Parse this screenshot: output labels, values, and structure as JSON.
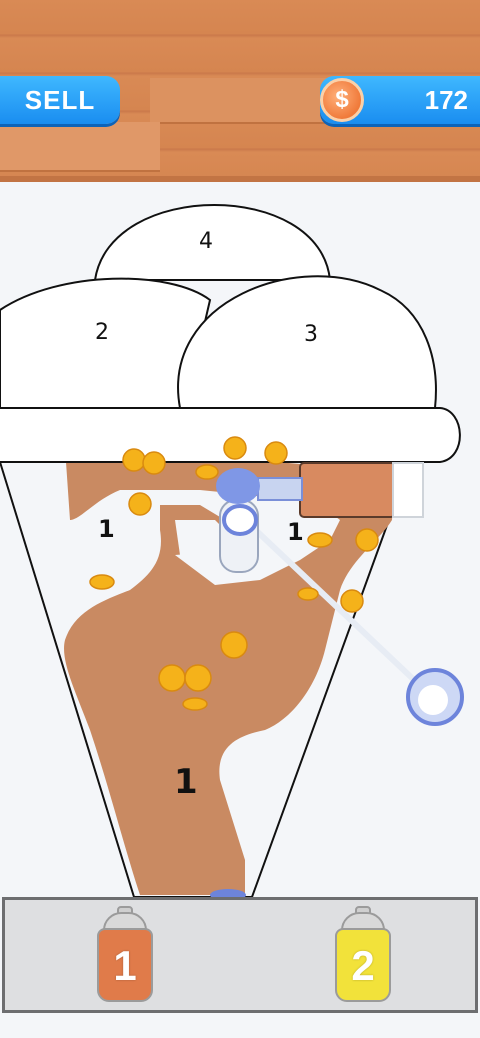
{
  "hud": {
    "sell_label": "SELL",
    "coin_count": "172",
    "coin_symbol": "$"
  },
  "drawing": {
    "scoops": [
      {
        "number": "4"
      },
      {
        "number": "2"
      },
      {
        "number": "3"
      }
    ],
    "cone_regions": [
      {
        "number": "1"
      },
      {
        "number": "1"
      },
      {
        "number": "1"
      }
    ],
    "paint_color": "#c98a62",
    "coin_color": "#f5b21a"
  },
  "tray": {
    "cans": [
      {
        "label": "1",
        "color": "#e07b4a"
      },
      {
        "label": "2",
        "color": "#f2e23a"
      }
    ]
  }
}
